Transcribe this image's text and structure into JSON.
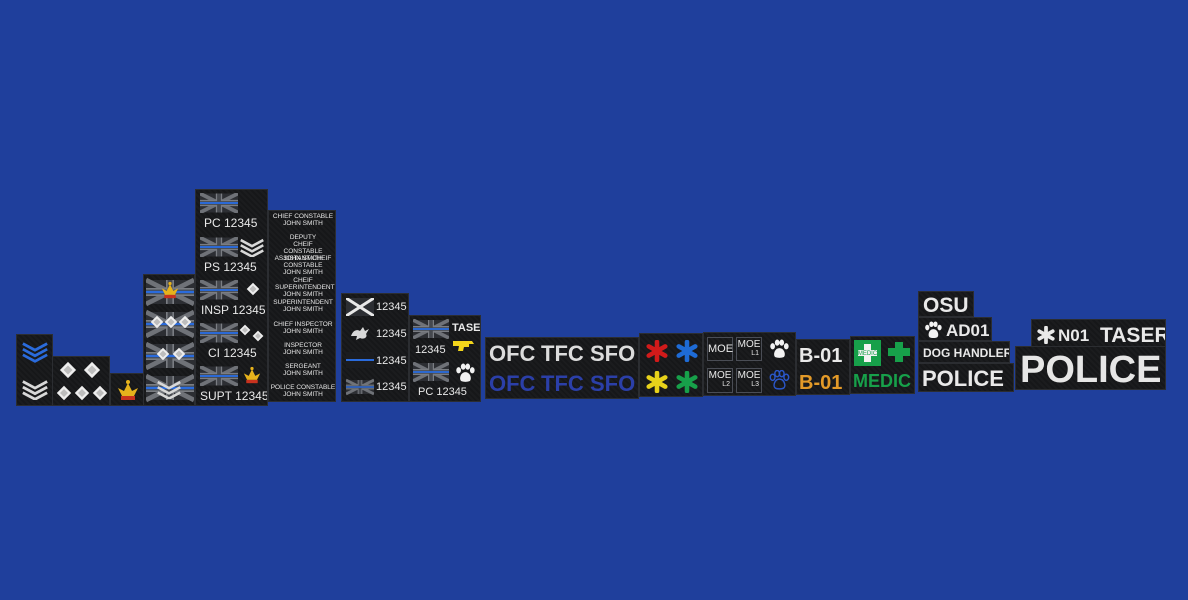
{
  "rank": {
    "pc": "PC 12345",
    "ps": "PS 12345",
    "insp": "INSP 12345",
    "ci": "CI 12345",
    "supt": "SUPT 12345"
  },
  "names": [
    {
      "role": "CHIEF CONSTABLE",
      "name": "JOHN SMITH"
    },
    {
      "role": "DEPUTY CHEIF CONSTABLE",
      "name": "JOHN SMITH"
    },
    {
      "role": "ASSISTANT CHEIF CONSTABLE",
      "name": "JOHN SMITH"
    },
    {
      "role": "CHEIF SUPERINTENDENT",
      "name": "JOHN SMITH"
    },
    {
      "role": "SUPERINTENDENT",
      "name": "JOHN SMITH"
    },
    {
      "role": "CHIEF INSPECTOR",
      "name": "JOHN SMITH"
    },
    {
      "role": "INSPECTOR",
      "name": "JOHN SMITH"
    },
    {
      "role": "SERGEANT",
      "name": "JOHN SMITH"
    },
    {
      "role": "POLICE CONSTABLE",
      "name": "JOHN SMITH"
    }
  ],
  "collar": {
    "num": "12345",
    "taser": "TASER",
    "pc": "PC 12345"
  },
  "roles": {
    "ofc": "OFC",
    "tfc": "TFC",
    "sfo": "SFO",
    "moe": "MOE",
    "l1": "L1",
    "l2": "L2",
    "l3": "L3",
    "b01": "B-01",
    "medic": "MEDIC"
  },
  "colors": {
    "background": "#1f3f9c",
    "patch": "#161719",
    "thin_blue_line": "#2a6bdc",
    "red": "#d11a1a",
    "blue": "#1e6bd6",
    "yellow": "#e8d21a",
    "green": "#17a04a",
    "orange": "#e39a28",
    "dark_blue_text": "#2b3fa8",
    "taser_yellow": "#f2d51b"
  },
  "icons": [
    "union-flag-icon",
    "crown-icon",
    "pip-icon",
    "chevron-icon",
    "paw-icon",
    "star-of-life-icon",
    "saltire-flag-icon",
    "welsh-dragon-icon",
    "taser-icon",
    "medical-cross-icon"
  ],
  "right": {
    "osu": "OSU",
    "ad01": "AD01",
    "dog_handler": "DOG HANDLER",
    "police": "POLICE",
    "n01": "N01",
    "taser": "TASER",
    "police_big": "POLICE"
  }
}
